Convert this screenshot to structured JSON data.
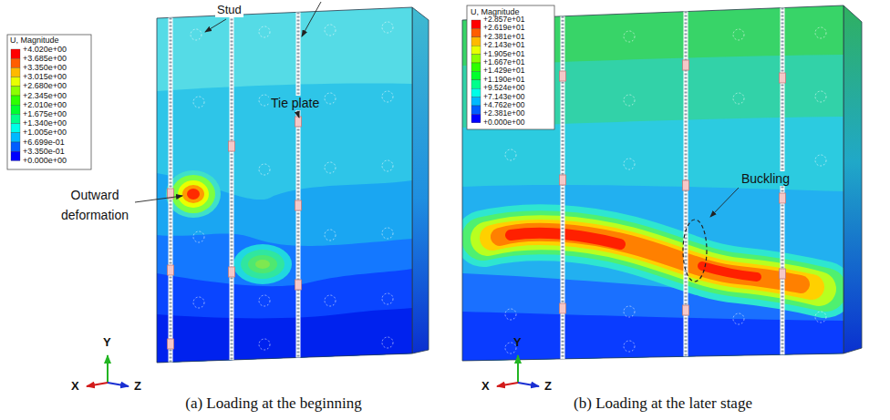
{
  "diagram": {
    "labels": [
      "U, Magnitude",
      "+4.020e+00",
      "+3.685e+00",
      "+3.350e+00",
      "+3.015e+00",
      "+2.680e+00",
      "+2.345e+00",
      "+2.010e+00",
      "+1.675e+00",
      "+1.340e+00",
      "+1.005e+00",
      "+6.699e-01",
      "+3.350e-01",
      "+0.000e+00",
      "Stud",
      "Tie plate",
      "Outward deformation",
      "Y",
      "X",
      "Z",
      "(a) Loading at the beginning",
      "U, Magnitude",
      "+2.857e+01",
      "+2.619e+01",
      "+2.381e+01",
      "+2.143e+01",
      "+1.905e+01",
      "+1.667e+01",
      "+1.429e+01",
      "+1.190e+01",
      "+9.524e+00",
      "+7.143e+00",
      "+4.762e+00",
      "+2.381e+00",
      "+0.000e+00",
      "Buckling",
      "Y",
      "X",
      "Z",
      "(b) Loading at the later stage"
    ]
  }
}
